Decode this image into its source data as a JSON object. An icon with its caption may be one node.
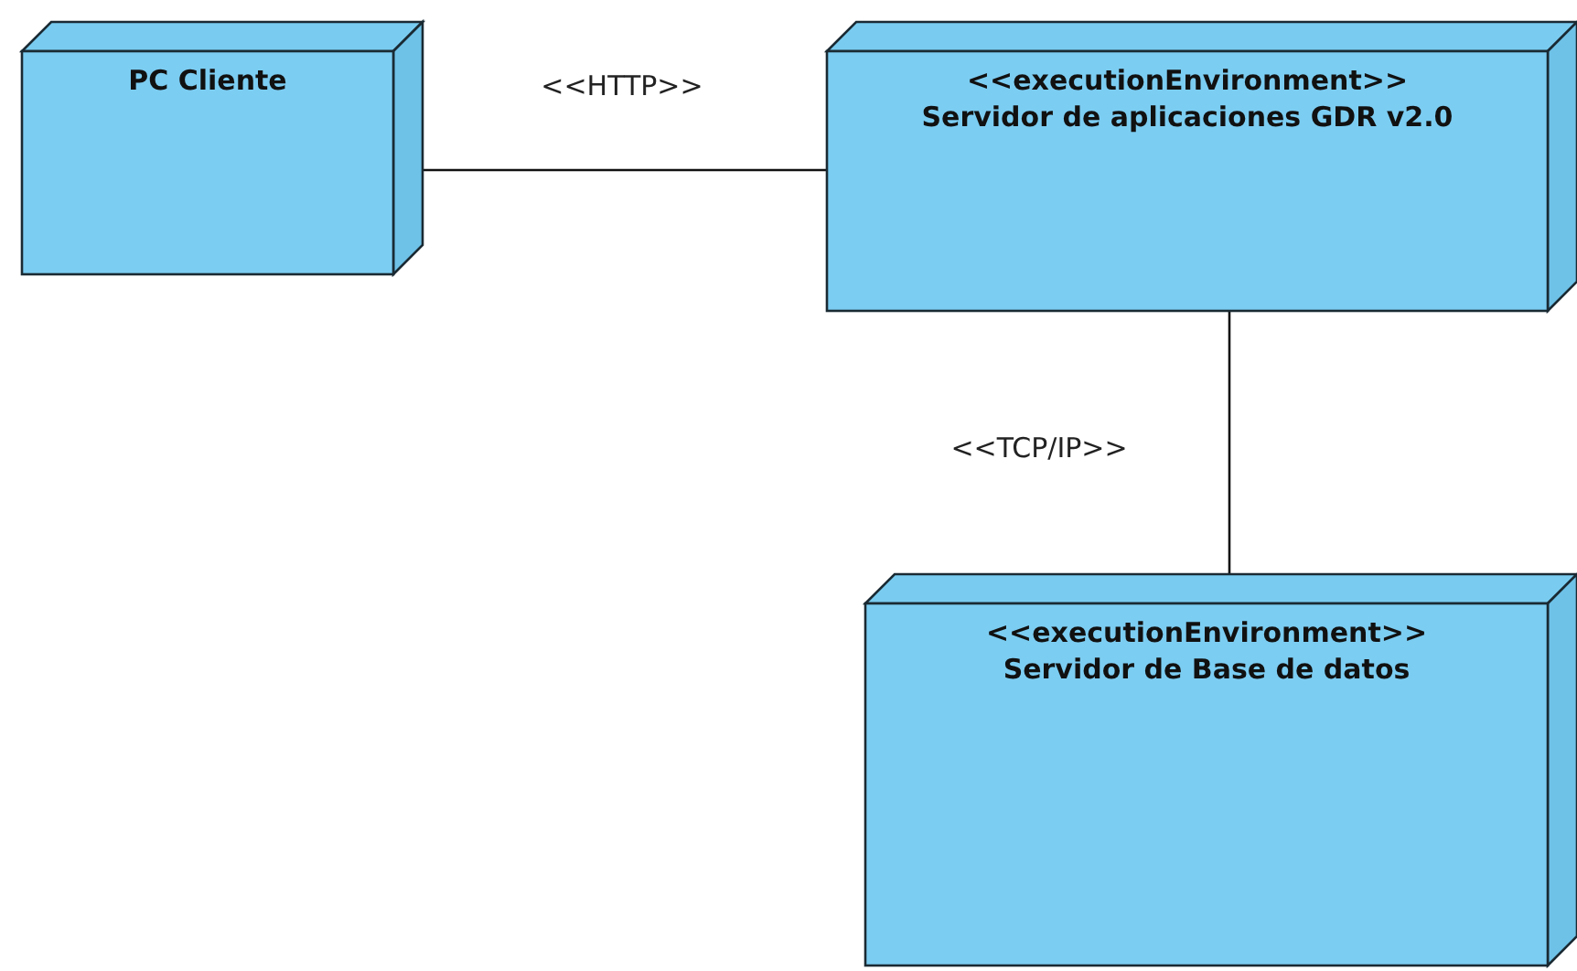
{
  "diagram": {
    "nodes": [
      {
        "text": [
          "PC Cliente"
        ]
      },
      {
        "text": [
          "<<executionEnvironment>>",
          "Servidor de aplicaciones GDR v2.0"
        ]
      },
      {
        "text": [
          "<<executionEnvironment>>",
          "Servidor de Base de datos"
        ]
      }
    ],
    "edges": [
      {
        "from": 0,
        "to": 1,
        "arrow": "none",
        "label": "<<HTTP>>"
      },
      {
        "from": 1,
        "to": 2,
        "arrow": "none",
        "label": "<<TCP/IP>>"
      }
    ]
  }
}
